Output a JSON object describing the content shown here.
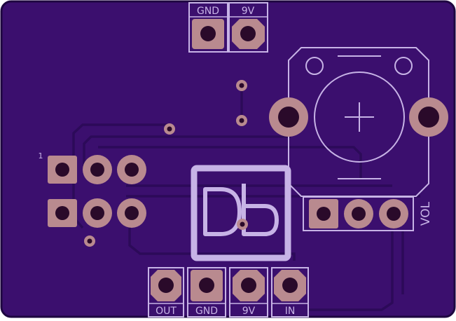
{
  "board": {
    "colors": {
      "substrate": "#3b0f6e",
      "edge": "#1e0640",
      "trace": "#2a0a56",
      "silk": "#c7b3e6",
      "copper": "#b98a8f",
      "drill": "#2a0a2a"
    }
  },
  "labels": {
    "top_gnd": "GND",
    "top_9v": "9V",
    "pin1": "1",
    "logo": "Db",
    "vol": "VOL",
    "bottom_out": "OUT",
    "bottom_gnd": "GND",
    "bottom_9v": "9V",
    "bottom_in": "IN"
  }
}
